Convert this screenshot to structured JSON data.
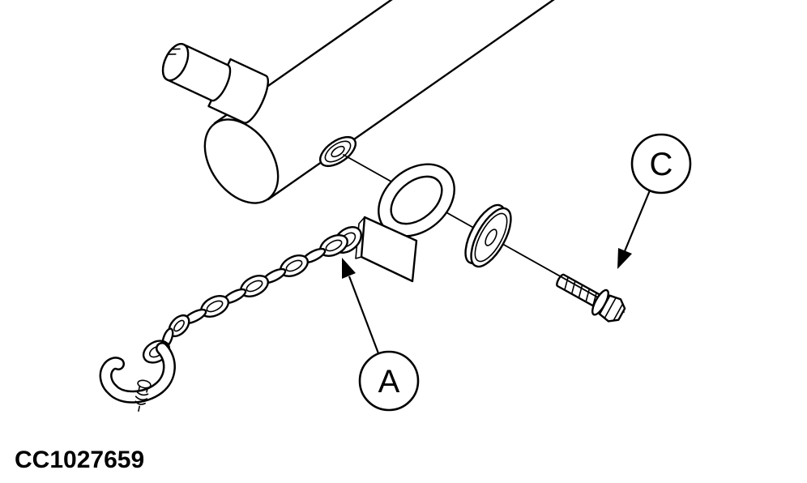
{
  "diagram": {
    "figure_code": "CC1027659",
    "callouts": {
      "a": "A",
      "c": "C"
    },
    "colors": {
      "line": "#000000",
      "background": "#ffffff"
    }
  }
}
